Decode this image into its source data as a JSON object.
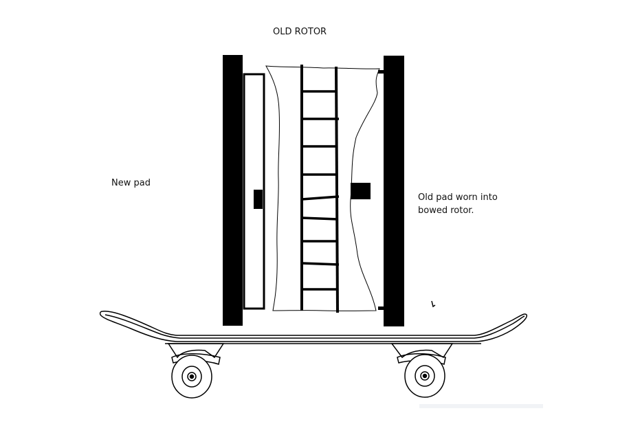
{
  "labels": {
    "title": "OLD ROTOR",
    "new_pad": "New pad",
    "old_pad": "Old pad worn into bowed rotor."
  },
  "colors": {
    "ink": "#000000",
    "background": "#ffffff",
    "faint_bar": "#f1f3f6"
  }
}
